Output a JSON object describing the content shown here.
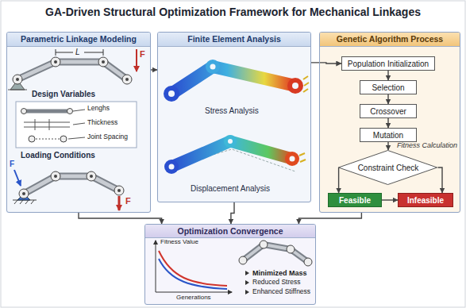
{
  "diagram": {
    "title": "GA-Driven Structural Optimization Framework for Mechanical Linkages",
    "nodes": [
      {
        "text": [
          "Parametric Linkage Modeling"
        ]
      },
      {
        "text": [
          "Finite Element Analysis"
        ]
      },
      {
        "text": [
          "Genetic Algorithm Process"
        ]
      },
      {
        "text": [
          "Population Initialization"
        ],
        "in": 2
      },
      {
        "text": [
          "Selection"
        ],
        "in": 2
      },
      {
        "text": [
          "Crossover"
        ],
        "in": 2
      },
      {
        "text": [
          "Mutation"
        ],
        "in": 2
      },
      {
        "text": [
          "Constraint Check"
        ],
        "in": 2
      },
      {
        "text": [
          "Feasible"
        ],
        "in": 2
      },
      {
        "text": [
          "Infeasible"
        ],
        "in": 2
      },
      {
        "text": [
          "Optimization Convergence"
        ]
      }
    ],
    "edges": [
      {
        "from": 0,
        "to": 1,
        "arrow": "to"
      },
      {
        "from": 1,
        "to": 3,
        "arrow": "to"
      },
      {
        "from": 3,
        "to": 4,
        "arrow": "to"
      },
      {
        "from": 4,
        "to": 5,
        "arrow": "to"
      },
      {
        "from": 5,
        "to": 6,
        "arrow": "to"
      },
      {
        "from": 6,
        "to": 7,
        "arrow": "to"
      },
      {
        "from": 7,
        "to": 8,
        "arrow": "to"
      },
      {
        "from": 7,
        "to": 9,
        "arrow": "to"
      },
      {
        "from": 8,
        "to": 9,
        "arrow": "to"
      },
      {
        "from": 1,
        "to": 10,
        "arrow": "to"
      },
      {
        "from": 0,
        "to": 10,
        "arrow": "to"
      },
      {
        "from": 2,
        "to": 10,
        "arrow": "to"
      }
    ],
    "labels": [
      "L",
      "F",
      "Design Variables",
      "Lenghs",
      "Thickness",
      "Joint Spacing",
      "Loading Conditions",
      "F",
      "F",
      "Stress Analysis",
      "Displacement Analysis",
      "Fitness Calculation",
      "Fitness Value",
      "Generations",
      "Minimized Mass",
      "Reduced Stress",
      "Enhanced Stiffness"
    ]
  }
}
